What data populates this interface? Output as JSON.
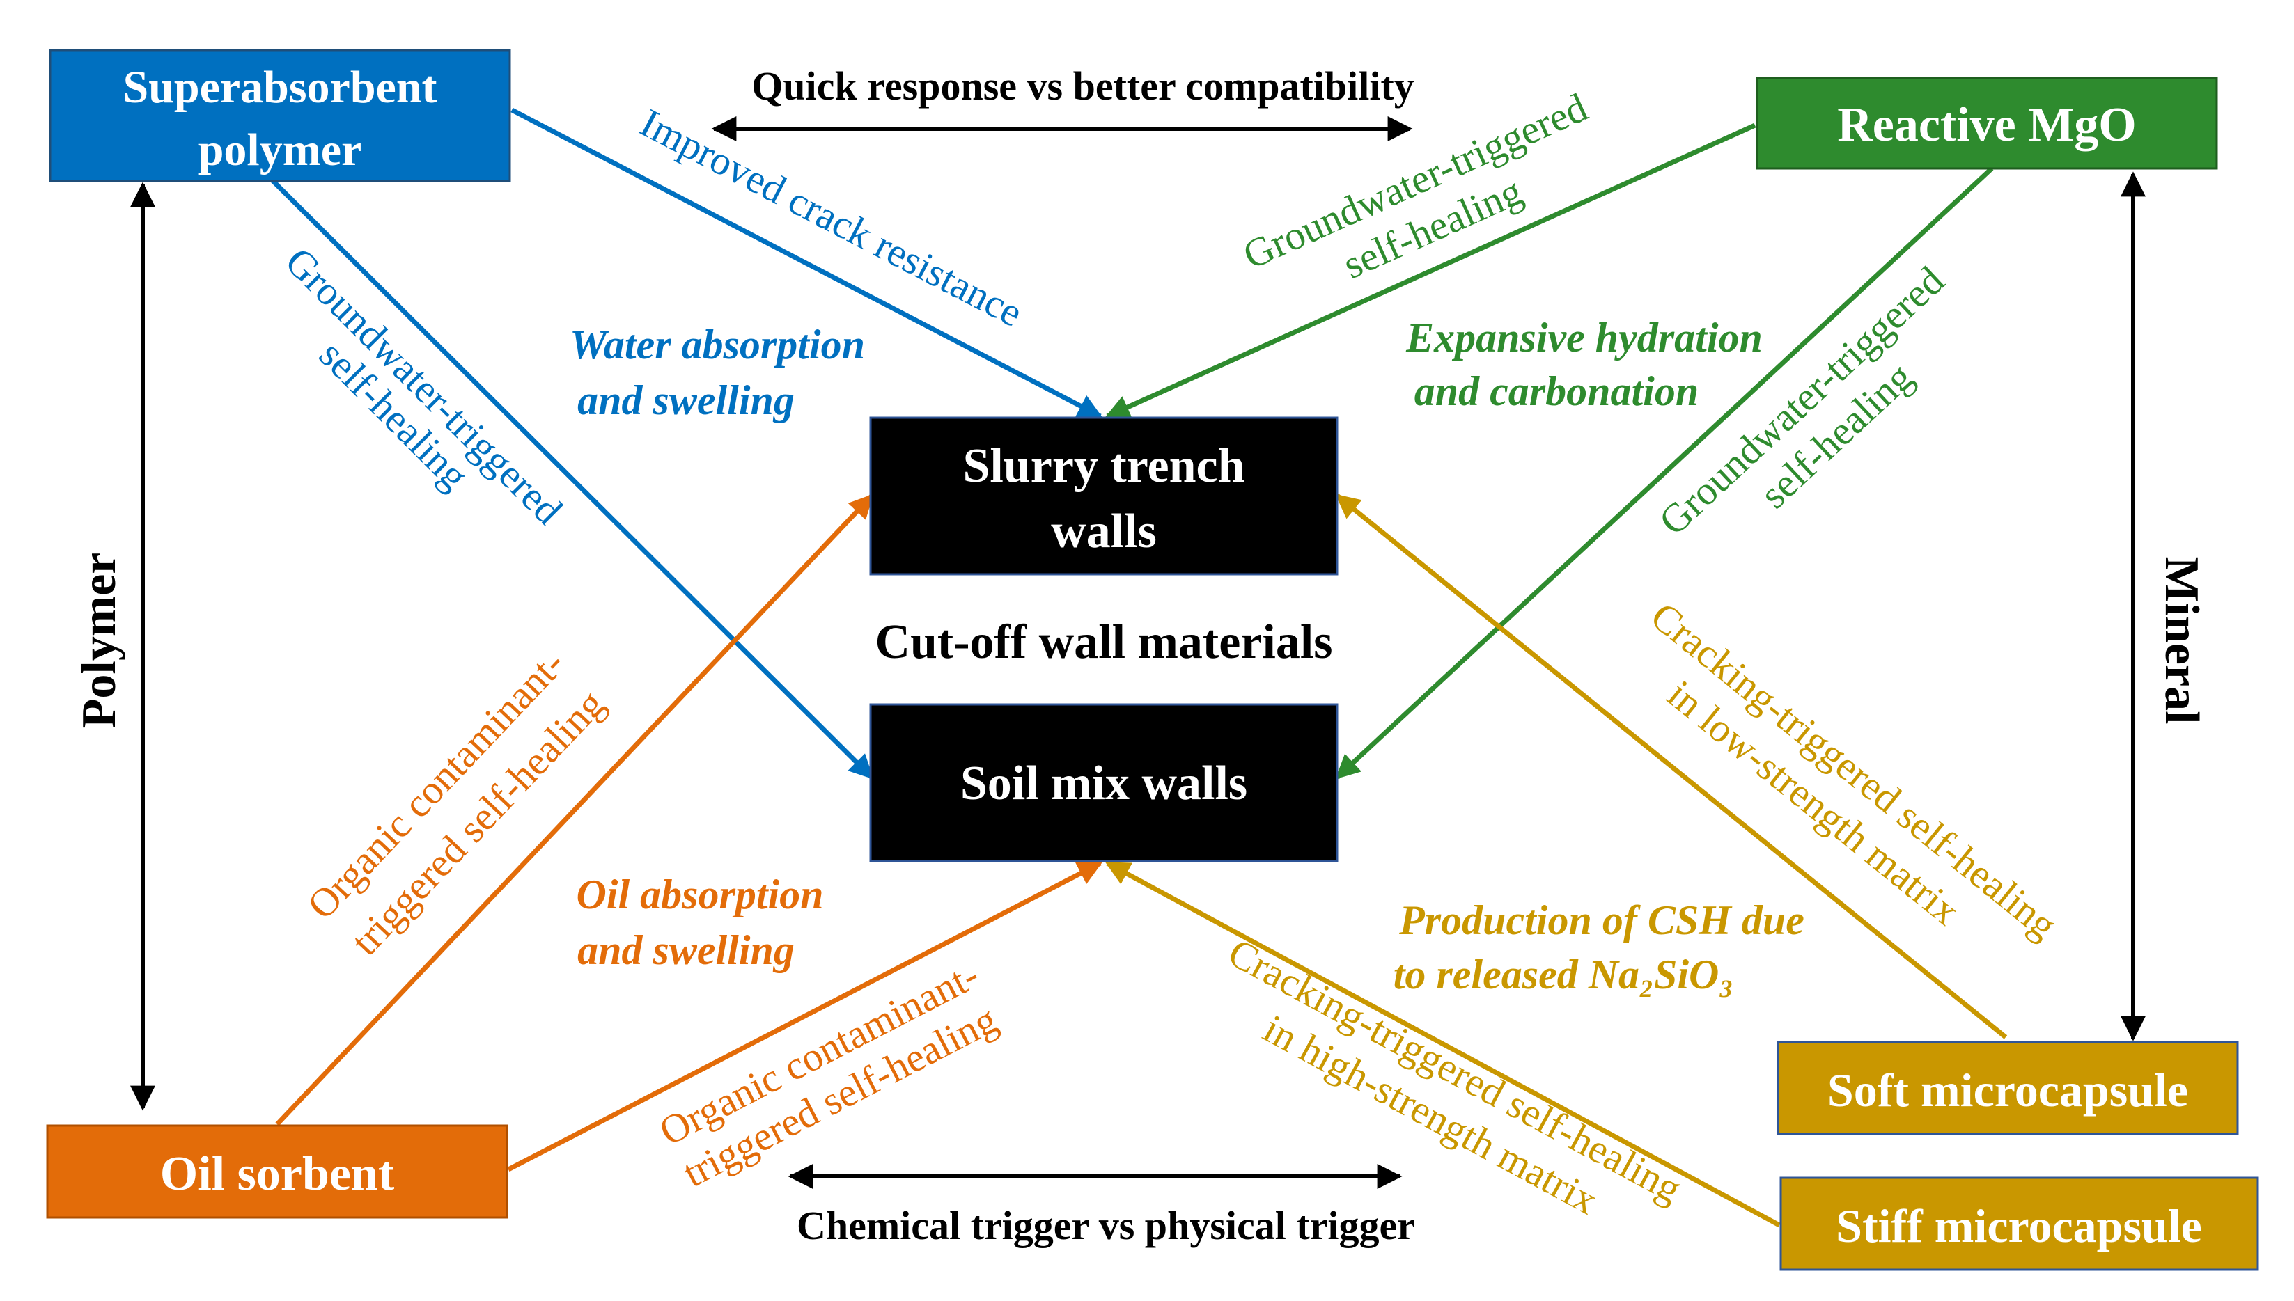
{
  "colors": {
    "blue": "#0070C0",
    "green": "#2E8B2E",
    "orange": "#E36C09",
    "gold": "#C99700",
    "black": "#000000",
    "white": "#FFFFFF"
  },
  "nodes": {
    "sap": {
      "line1": "Superabsorbent",
      "line2": "polymer"
    },
    "mgo": {
      "label": "Reactive MgO"
    },
    "oil": {
      "label": "Oil sorbent"
    },
    "soft": {
      "label": "Soft microcapsule"
    },
    "stiff": {
      "label": "Stiff microcapsule"
    },
    "slurry": {
      "line1": "Slurry trench",
      "line2": "walls"
    },
    "soilmix": {
      "label": "Soil mix walls"
    }
  },
  "center_label": "Cut-off wall materials",
  "top_contrast": "Quick response vs better compatibility",
  "bottom_contrast": "Chemical trigger vs physical trigger",
  "side_left": "Polymer",
  "side_right": "Mineral",
  "edge_labels": {
    "sap_slurry": "Improved crack resistance",
    "sap_soil_1": "Groundwater-triggered",
    "sap_soil_2": "self-healing",
    "mgo_slurry_1": "Groundwater-triggered",
    "mgo_slurry_2": "self-healing",
    "mgo_soil_1": "Groundwater-triggered",
    "mgo_soil_2": "self-healing",
    "oil_slurry_1": "Organic contaminant-",
    "oil_slurry_2": "triggered self-healing",
    "oil_soil_1": "Organic contaminant-",
    "oil_soil_2": "triggered  self-healing",
    "soft_slurry_1": "Cracking-triggered self-healing",
    "soft_slurry_2": "in low-strength matrix",
    "stiff_soil_1": "Cracking-triggered self-healing",
    "stiff_soil_2": "in high-strength matrix"
  },
  "mechanisms": {
    "water_1": "Water absorption",
    "water_2": "and swelling",
    "exp_1": "Expansive hydration",
    "exp_2": "and carbonation",
    "oilabs_1": "Oil absorption",
    "oilabs_2": "and swelling",
    "csh_1": "Production of CSH due",
    "csh_2": "to released Na₂SiO₃"
  }
}
